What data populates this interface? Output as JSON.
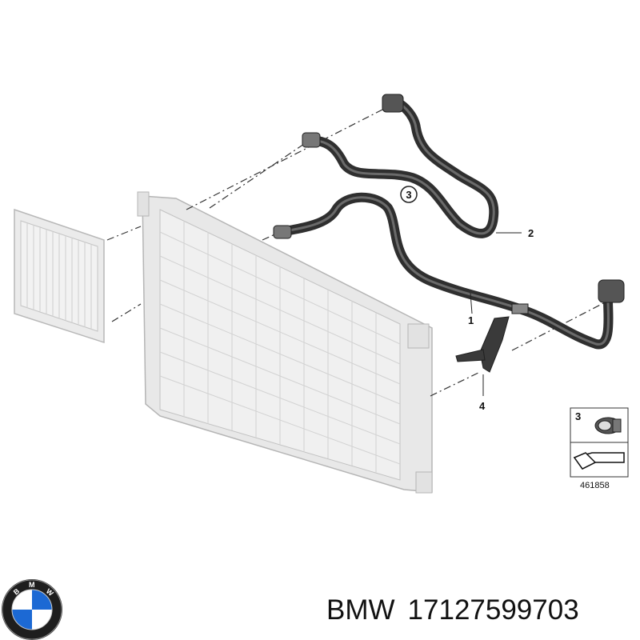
{
  "diagram": {
    "callouts": [
      {
        "id": "1",
        "label": "1"
      },
      {
        "id": "2",
        "label": "2"
      },
      {
        "id": "3",
        "label": "3"
      },
      {
        "id": "4",
        "label": "4"
      }
    ],
    "legend_box": {
      "item_label": "3",
      "reference_number": "461858"
    }
  },
  "caption": {
    "brand": "BMW",
    "part_number": "17127599703"
  },
  "colors": {
    "hose": "#3d3d3d",
    "radiator": "#e6e6e6",
    "radiator_stroke": "#b5b5b5",
    "logo_blue": "#1c69d4"
  }
}
